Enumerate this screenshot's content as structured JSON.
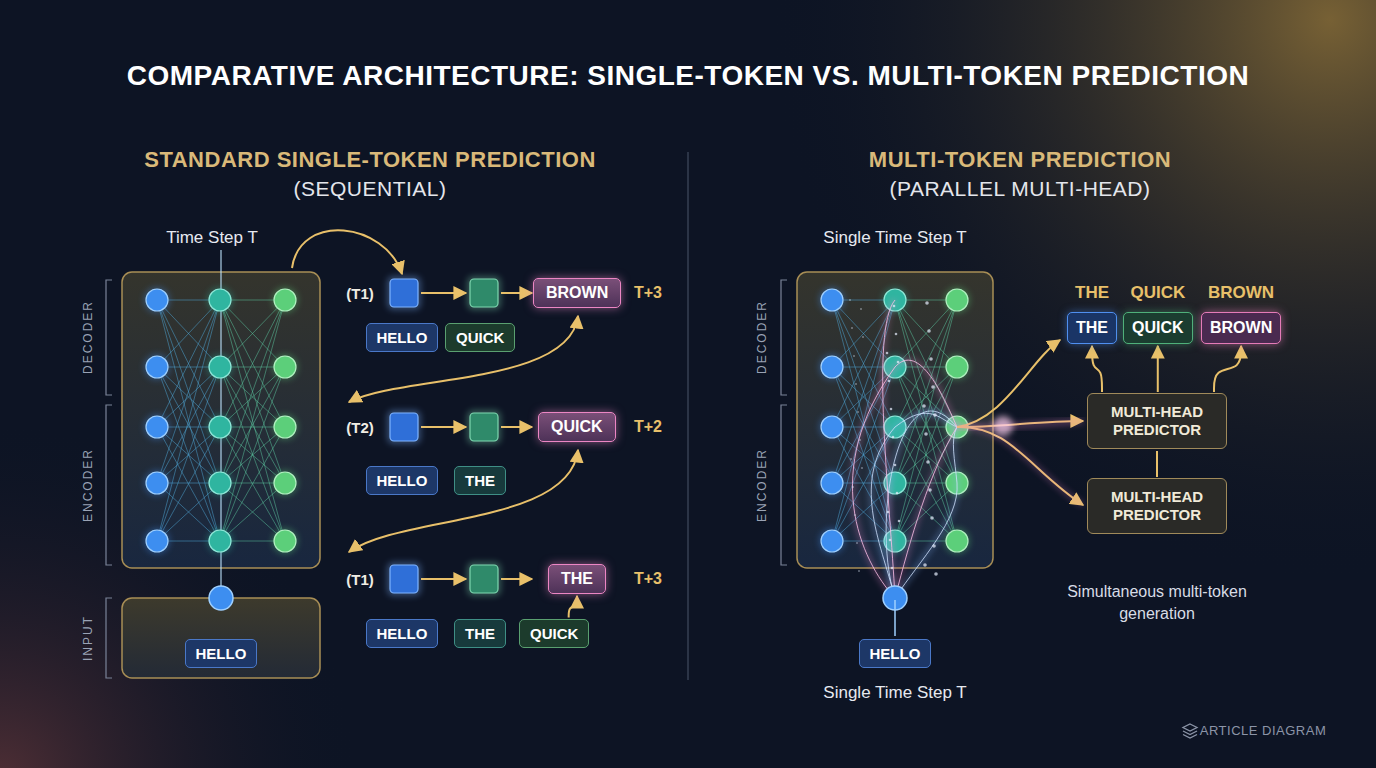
{
  "diagram": {
    "title": "COMPARATIVE ARCHITECTURE: SINGLE-TOKEN VS. MULTI-TOKEN PREDICTION",
    "nodes": [
      {
        "text": [
          "BROWN"
        ]
      },
      {
        "text": [
          "HELLO"
        ]
      },
      {
        "text": [
          "QUICK"
        ]
      },
      {
        "text": [
          "QUICK"
        ]
      },
      {
        "text": [
          "HELLO"
        ]
      },
      {
        "text": [
          "THE"
        ]
      },
      {
        "text": [
          "THE"
        ]
      },
      {
        "text": [
          "HELLO"
        ]
      },
      {
        "text": [
          "THE"
        ]
      },
      {
        "text": [
          "QUICK"
        ]
      },
      {
        "text": [
          "HELLO"
        ]
      },
      {
        "text": [
          "THE"
        ]
      },
      {
        "text": [
          "QUICK"
        ]
      },
      {
        "text": [
          "BROWN"
        ]
      },
      {
        "text": [
          "MULTI-HEAD PREDICTOR"
        ]
      },
      {
        "text": [
          "MULTI-HEAD PREDICTOR"
        ]
      },
      {
        "text": [
          "HELLO"
        ]
      }
    ],
    "edges": [
      {
        "from": 9,
        "to": 6,
        "arrow": "to"
      },
      {
        "from": 14,
        "to": 11,
        "arrow": "to"
      },
      {
        "from": 14,
        "to": 12,
        "arrow": "to"
      },
      {
        "from": 14,
        "to": 13,
        "arrow": "to"
      },
      {
        "from": 15,
        "to": 14,
        "arrow": "none"
      }
    ],
    "labels": [
      "STANDARD SINGLE-TOKEN PREDICTION",
      "(SEQUENTIAL)",
      "Time Step T",
      "DECODER",
      "ENCODER",
      "INPUT",
      "(T1)",
      "T+3",
      "(T2)",
      "T+2",
      "(T1)",
      "T+3",
      "MULTI-TOKEN PREDICTION",
      "(PARALLEL MULTI-HEAD)",
      "Single Time Step T",
      "DECODER",
      "ENCODER",
      "THE",
      "QUICK",
      "BROWN",
      "Simultaneous multi-token generation",
      "Single Time Step T",
      "ARTICLE DIAGRAM"
    ]
  }
}
